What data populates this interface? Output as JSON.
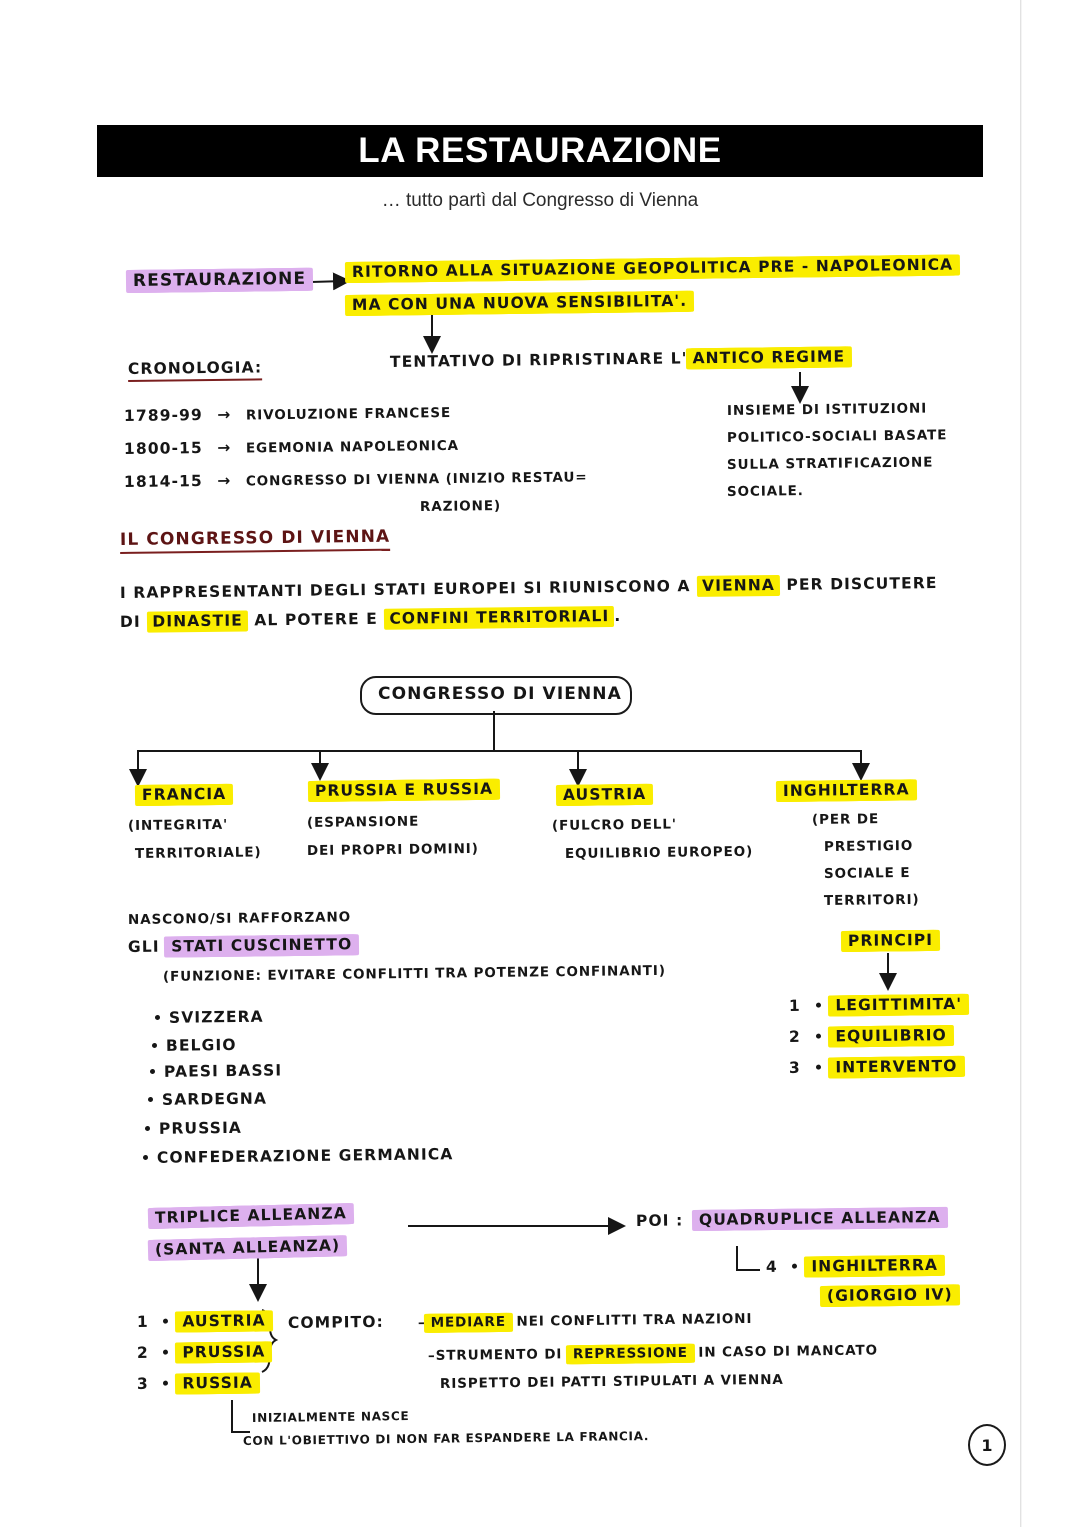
{
  "header": {
    "title": "LA RESTAURAZIONE",
    "subtitle": "… tutto partì dal Congresso di Vienna"
  },
  "colors": {
    "highlight_yellow": "#faed00",
    "highlight_purple": "#ddb0ee",
    "banner_background": "#000000",
    "heading_underline": "#7a1f1f",
    "ink": "#161616"
  },
  "definition": {
    "term": "RESTAURAZIONE",
    "arrow": "→",
    "line1": "RITORNO ALLA SITUAZIONE GEOPOLITICA PRE - NAPOLEONICA",
    "line2": "MA CON UNA NUOVA SENSIBILITA'."
  },
  "consequence": {
    "prefix": "TENTATIVO DI RIPRISTINARE L'",
    "highlight": "ANTICO REGIME",
    "explain_line1": "INSIEME DI ISTITUZIONI",
    "explain_line2": "POLITICO-SOCIALI BASATE",
    "explain_line3": "SULLA STRATIFICAZIONE",
    "explain_line4": "SOCIALE."
  },
  "chronology": {
    "heading": "CRONOLOGIA:",
    "entries": [
      {
        "years": "1789-99",
        "arrow": "→",
        "event": "RIVOLUZIONE FRANCESE",
        "event_cont": ""
      },
      {
        "years": "1800-15",
        "arrow": "→",
        "event": "EGEMONIA NAPOLEONICA",
        "event_cont": ""
      },
      {
        "years": "1814-15",
        "arrow": "→",
        "event": "CONGRESSO DI VIENNA (INIZIO RESTAU=",
        "event_cont": "RAZIONE)"
      }
    ]
  },
  "congress_section": {
    "heading": "IL CONGRESSO DI VIENNA",
    "para_part1": "I RAPPRESENTANTI DEGLI STATI EUROPEI SI RIUNISCONO A ",
    "para_hl1": "VIENNA",
    "para_part2": " PER DISCUTERE",
    "para_part3": "DI ",
    "para_hl2": "DINASTIE",
    "para_part4": " AL POTERE E ",
    "para_hl3": "CONFINI TERRITORIALI",
    "para_part5": "."
  },
  "tree": {
    "root": "CONGRESSO DI VIENNA",
    "branches": [
      {
        "label": "FRANCIA",
        "desc_lines": [
          "(INTEGRITA'",
          "TERRITORIALE)"
        ]
      },
      {
        "label": "PRUSSIA E RUSSIA",
        "desc_lines": [
          "(ESPANSIONE",
          "DEI PROPRI DOMINI)"
        ]
      },
      {
        "label": "AUSTRIA",
        "desc_lines": [
          "(FULCRO DELL'",
          "EQUILIBRIO EUROPEO)"
        ]
      },
      {
        "label": "INGHILTERRA",
        "desc_lines": [
          "(PER DE",
          "PRESTIGIO",
          "SOCIALE E",
          "TERRITORI)"
        ]
      }
    ]
  },
  "buffer_states": {
    "intro_line1": "NASCONO/SI RAFFORZANO",
    "intro_line2_prefix": "GLI ",
    "intro_line2_highlight": "STATI CUSCINETTO",
    "function_note": "(FUNZIONE: EVITARE CONFLITTI TRA POTENZE CONFINANTI)",
    "items": [
      "SVIZZERA",
      "BELGIO",
      "PAESI BASSI",
      "SARDEGNA",
      "PRUSSIA",
      "CONFEDERAZIONE GERMANICA"
    ]
  },
  "principles": {
    "title": "PRINCIPI",
    "items": [
      {
        "num": "1",
        "label": "LEGITTIMITA'"
      },
      {
        "num": "2",
        "label": "EQUILIBRIO"
      },
      {
        "num": "3",
        "label": "INTERVENTO"
      }
    ]
  },
  "alliance": {
    "name_line1": "TRIPLICE ALLEANZA",
    "name_line2": "(SANTA ALLEANZA)",
    "transition_label": "POI :",
    "new_name": "QUADRUPLICE ALLEANZA",
    "fourth_num": "4",
    "fourth_member": "INGHILTERRA",
    "fourth_member_note": "(GIORGIO IV)",
    "members": [
      {
        "num": "1",
        "name": "AUSTRIA"
      },
      {
        "num": "2",
        "name": "PRUSSIA"
      },
      {
        "num": "3",
        "name": "RUSSIA"
      }
    ],
    "task_label": "COMPITO:",
    "task1_dash": "–",
    "task1_highlight": "MEDIARE",
    "task1_rest": " NEI CONFLITTI TRA NAZIONI",
    "task2_dash": "–",
    "task2_pre": "STRUMENTO DI ",
    "task2_highlight": "REPRESSIONE",
    "task2_post": " IN CASO DI MANCATO",
    "task2_line2": "RISPETTO DEI PATTI STIPULATI A VIENNA",
    "footnote_line1": "INIZIALMENTE NASCE",
    "footnote_line2": "CON L'OBIETTIVO DI NON FAR ESPANDERE LA FRANCIA."
  },
  "page_number": "1"
}
